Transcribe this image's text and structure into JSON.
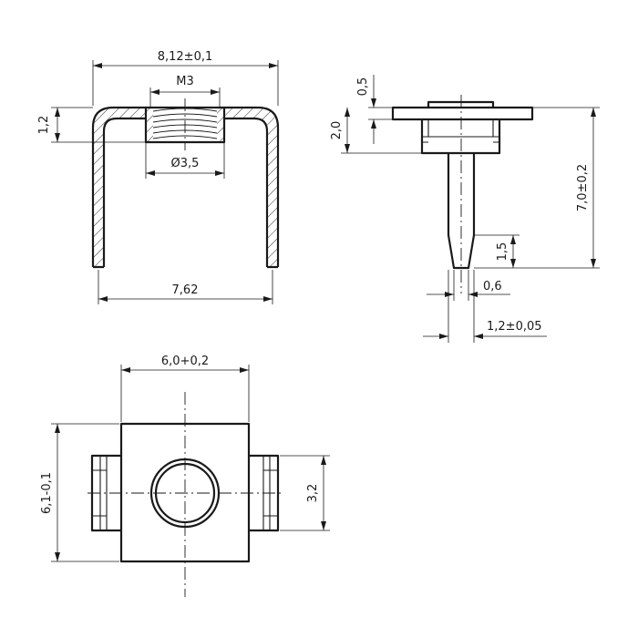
{
  "front_view": {
    "overall_width": "8,12±0,1",
    "thread": "M3",
    "thickness": "1,2",
    "bore_diameter": "Ø3,5",
    "leg_spacing": "7,62"
  },
  "side_view": {
    "flange_thickness": "0,5",
    "head_height": "2,0",
    "total_height": "7,0±0,2",
    "tip_length": "1,5",
    "tip_width": "0,6",
    "pin_width": "1,2±0,05"
  },
  "top_view": {
    "width": "6,0+0,2",
    "height": "6,1-0,1",
    "tab_width": "3,2"
  }
}
